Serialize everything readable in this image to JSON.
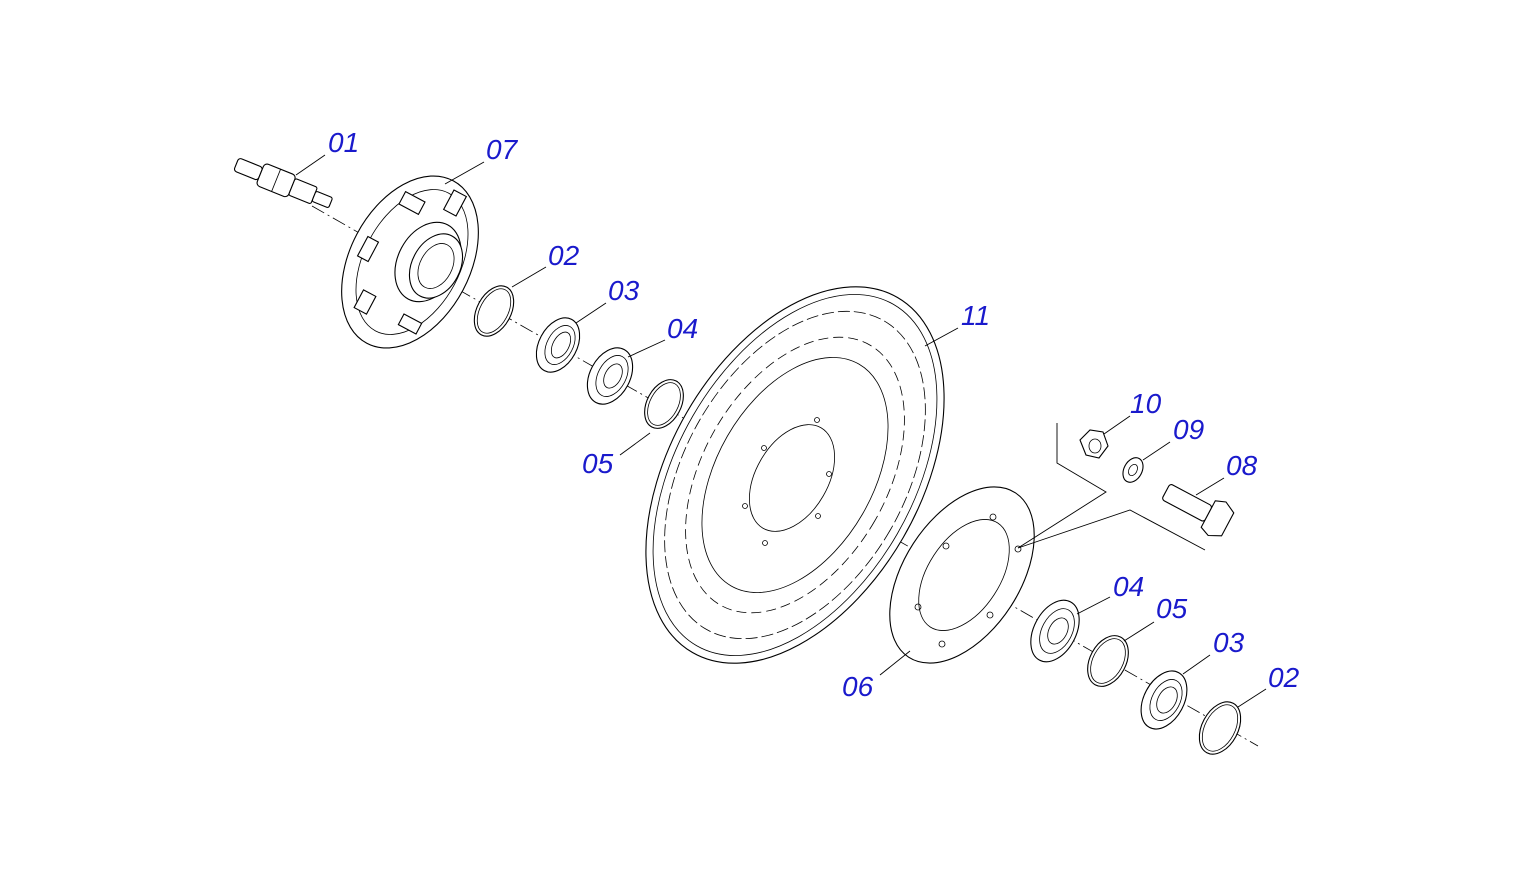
{
  "diagram": {
    "accent_color": "#1a1acc",
    "callouts": [
      {
        "id": "c-01a",
        "label": "01",
        "part": "shaft"
      },
      {
        "id": "c-07",
        "label": "07",
        "part": "hub-flange"
      },
      {
        "id": "c-02a",
        "label": "02",
        "part": "circlip"
      },
      {
        "id": "c-03a",
        "label": "03",
        "part": "seal"
      },
      {
        "id": "c-04a",
        "label": "04",
        "part": "bearing"
      },
      {
        "id": "c-05a",
        "label": "05",
        "part": "washer-ring"
      },
      {
        "id": "c-11",
        "label": "11",
        "part": "disc"
      },
      {
        "id": "c-10",
        "label": "10",
        "part": "nut"
      },
      {
        "id": "c-09",
        "label": "09",
        "part": "lock-washer"
      },
      {
        "id": "c-08",
        "label": "08",
        "part": "bolt"
      },
      {
        "id": "c-04b",
        "label": "04",
        "part": "bearing"
      },
      {
        "id": "c-05b",
        "label": "05",
        "part": "washer-ring"
      },
      {
        "id": "c-03b",
        "label": "03",
        "part": "seal"
      },
      {
        "id": "c-02b",
        "label": "02",
        "part": "circlip"
      },
      {
        "id": "c-06",
        "label": "06",
        "part": "cover-plate"
      }
    ]
  }
}
